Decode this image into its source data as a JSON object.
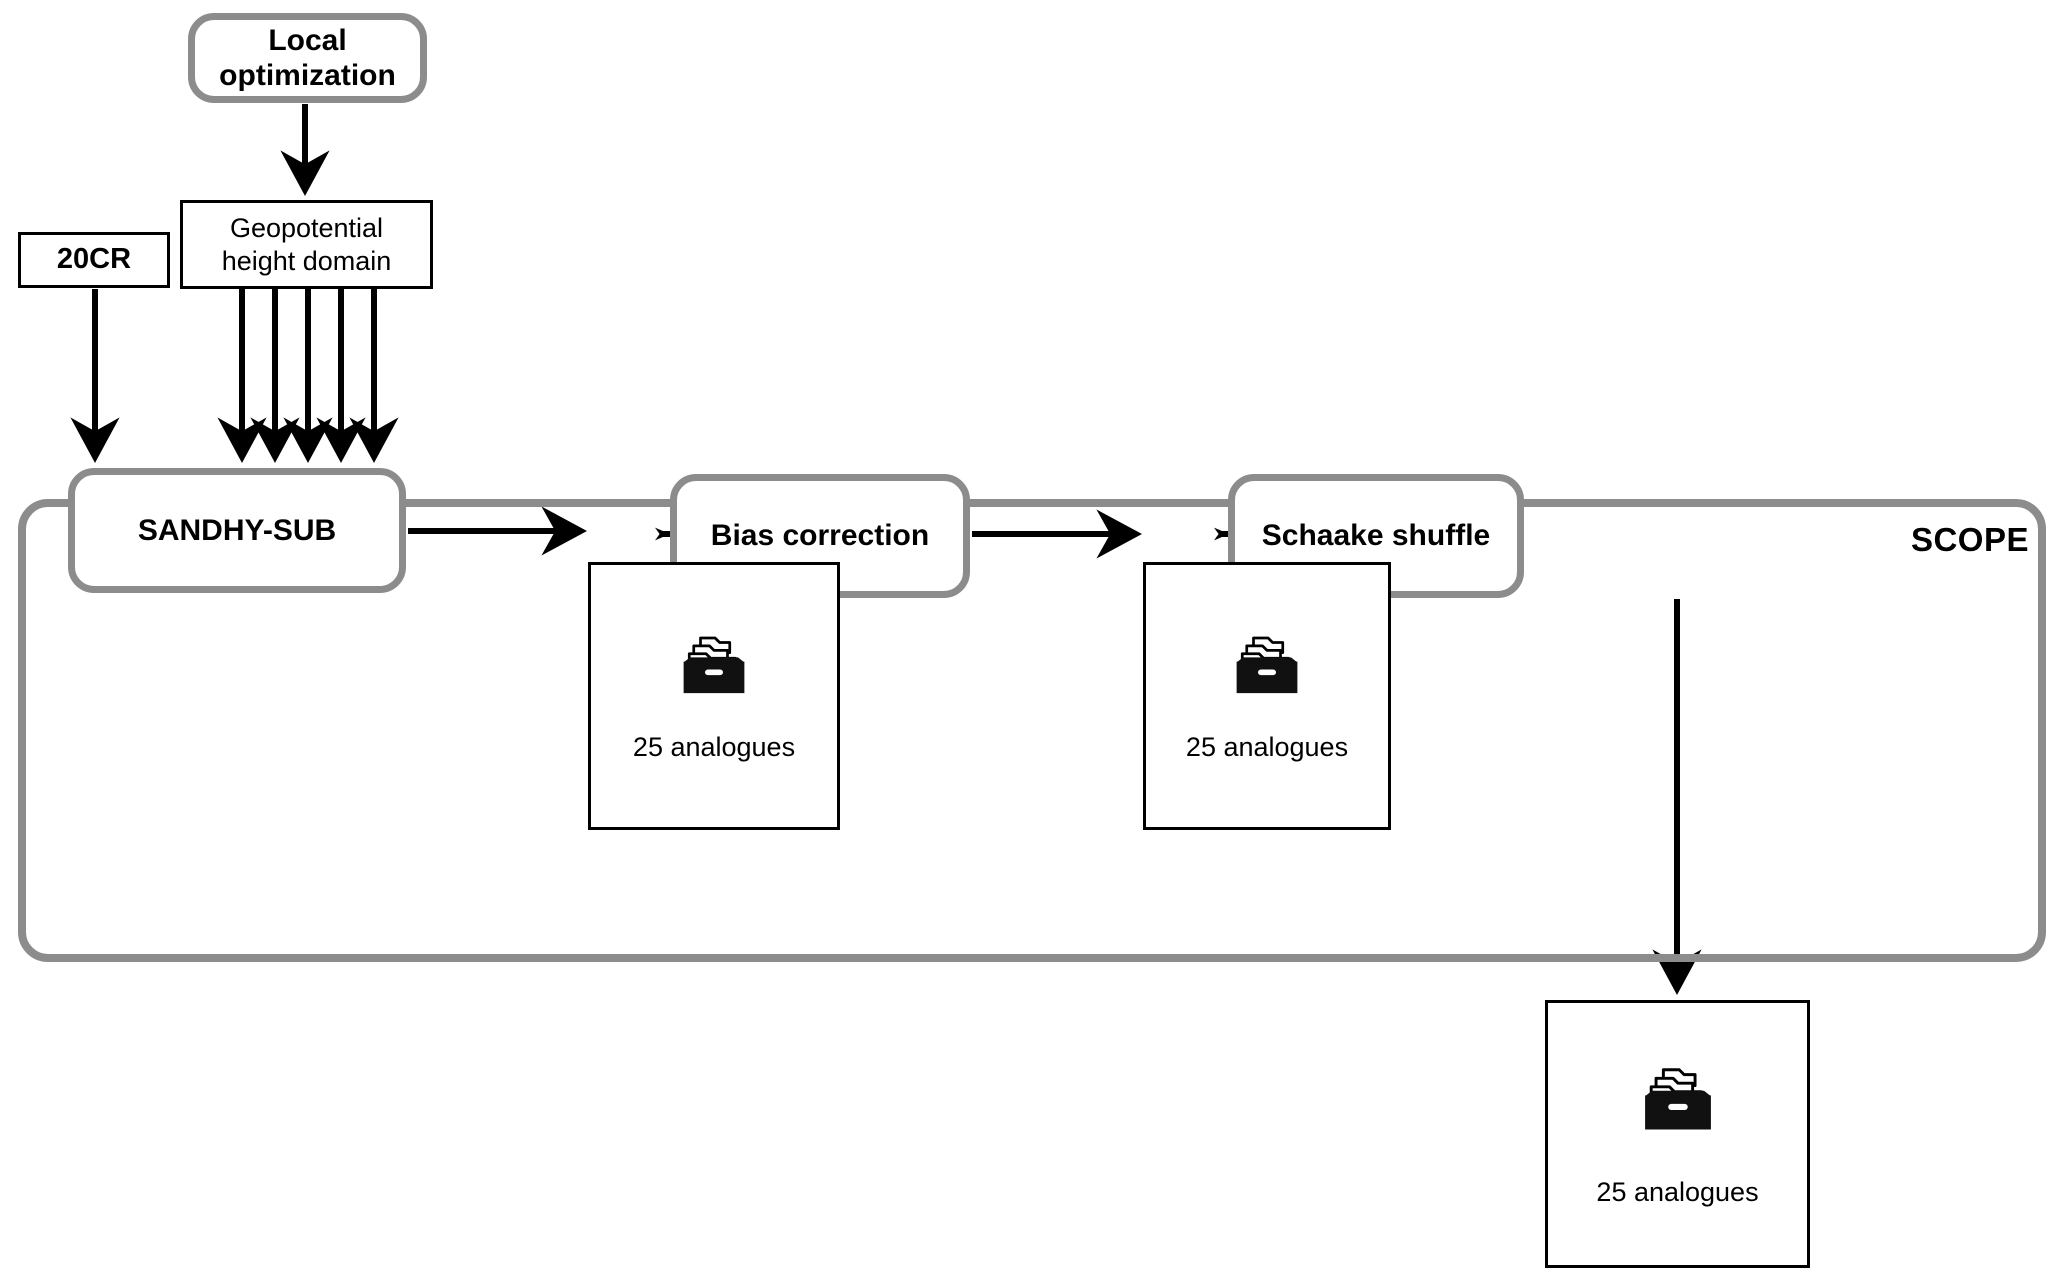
{
  "diagram": {
    "title_label": "SCOPE",
    "colors": {
      "accent_gray": "#8c8c8c",
      "outline_black": "#000000",
      "background": "#ffffff"
    },
    "nodes": {
      "local_optimization": {
        "label": "Local\noptimization",
        "line1": "Local",
        "line2": "optimization",
        "shape": "rounded"
      },
      "twentycr": {
        "label": "20CR",
        "shape": "rect"
      },
      "geopotential": {
        "line1": "Geopotential",
        "line2": "height domain",
        "shape": "rect"
      },
      "sandhy_sub": {
        "label": "SANDHY-SUB",
        "shape": "rounded"
      },
      "bias_correction": {
        "label": "Bias correction",
        "shape": "rounded"
      },
      "schaake_shuffle": {
        "label": "Schaake shuffle",
        "shape": "rounded"
      }
    },
    "analogue_boxes": [
      {
        "caption": "25 analogues",
        "icon": "archive-box-icon"
      },
      {
        "caption": "25 analogues",
        "icon": "archive-box-icon"
      },
      {
        "caption": "25 analogues",
        "icon": "archive-box-icon"
      }
    ],
    "edges": [
      {
        "from": "local_optimization",
        "to": "geopotential",
        "count": 1
      },
      {
        "from": "twentycr",
        "to": "sandhy_sub",
        "count": 1
      },
      {
        "from": "geopotential",
        "to": "sandhy_sub",
        "count": 5
      },
      {
        "from": "sandhy_sub",
        "to": "analogues_1",
        "count": 1
      },
      {
        "from": "analogues_1",
        "to": "bias_correction",
        "count": 1
      },
      {
        "from": "bias_correction",
        "to": "analogues_2",
        "count": 1
      },
      {
        "from": "analogues_2",
        "to": "schaake_shuffle",
        "count": 1
      },
      {
        "from": "schaake_shuffle",
        "to": "analogues_3",
        "count": 1
      }
    ]
  }
}
